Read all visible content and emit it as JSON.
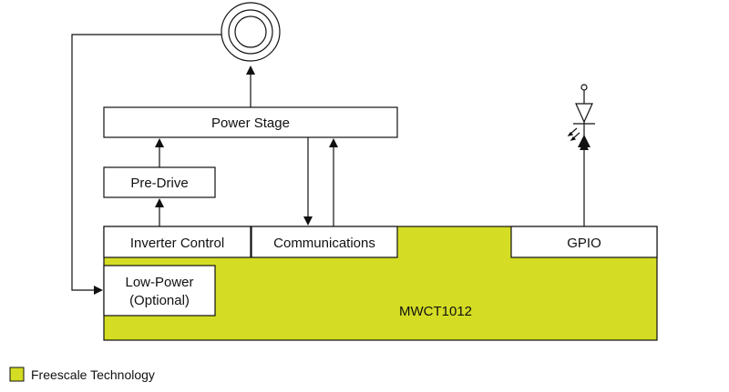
{
  "diagram": {
    "blocks": {
      "power_stage": "Power Stage",
      "pre_drive": "Pre-Drive",
      "inverter_control": "Inverter Control",
      "communications": "Communications",
      "gpio": "GPIO",
      "low_power_line1": "Low-Power",
      "low_power_line2": "(Optional)",
      "chip": "MWCT1012"
    },
    "symbols": {
      "coil": "transmitter-coil-icon",
      "led": "led-diode-icon"
    },
    "colors": {
      "freescale": "#d4dd23",
      "block_fill": "#ffffff",
      "stroke": "#111111"
    }
  },
  "legend": {
    "items": [
      {
        "label": "Freescale Technology",
        "color": "#d4dd23"
      }
    ]
  }
}
